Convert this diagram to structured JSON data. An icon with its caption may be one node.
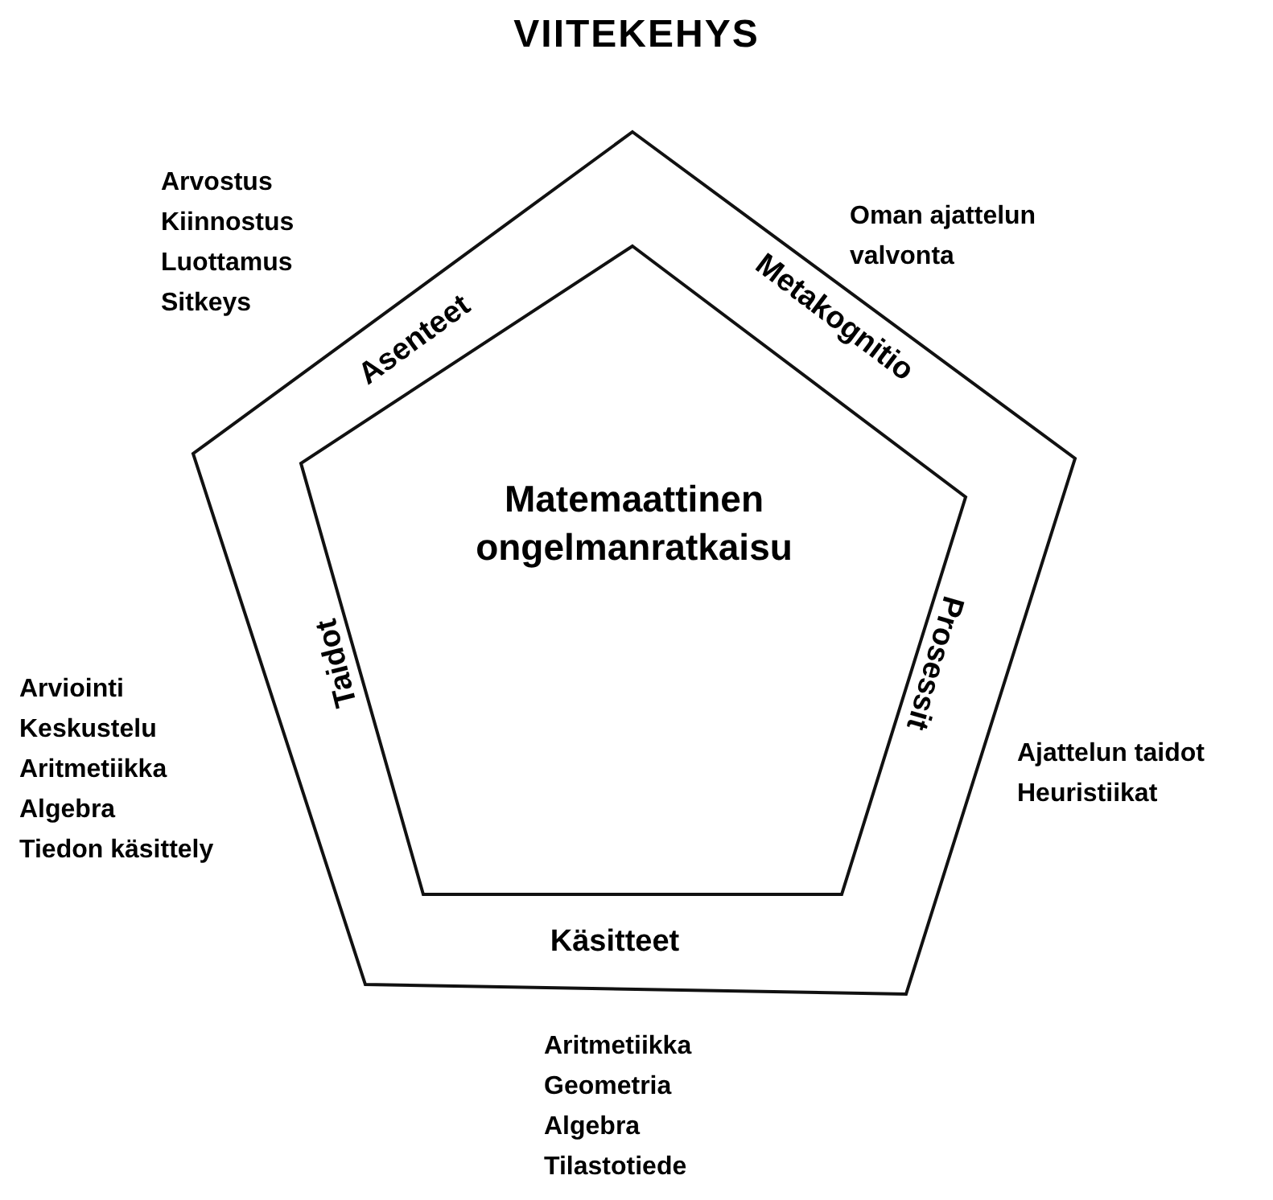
{
  "diagram": {
    "title": "VIITEKEHYS",
    "nodes": [
      {
        "text": [
          "Asenteet",
          "Metakognitio",
          "Taidot",
          "Prosessit",
          "Käsitteet"
        ]
      },
      {
        "text": [
          "Matemaattinen ongelmanratkaisu"
        ],
        "in": 0
      }
    ],
    "labels": [
      "Arvostus",
      "Kiinnostus",
      "Luottamus",
      "Sitkeys",
      "Oman ajattelun valvonta",
      "Arviointi",
      "Keskustelu",
      "Aritmetiikka",
      "Algebra",
      "Tiedon käsittely",
      "Ajattelun taidot",
      "Heuristiikat",
      "Aritmetiikka",
      "Geometria",
      "Algebra",
      "Tilastotiede"
    ]
  }
}
